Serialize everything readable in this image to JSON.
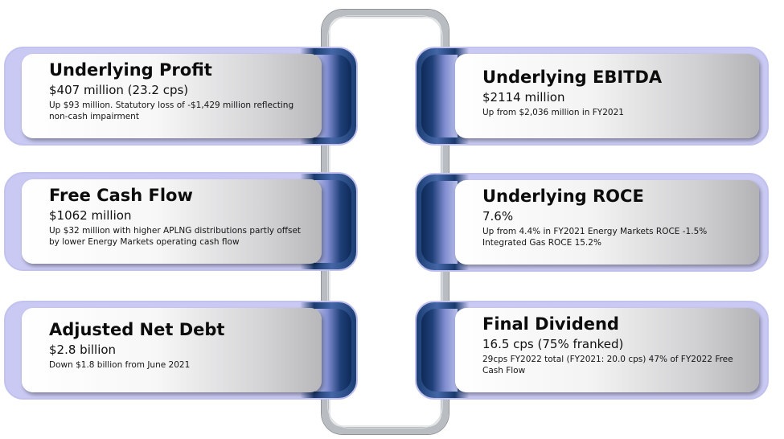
{
  "cards": [
    {
      "title": "Underlying Profit",
      "metric": "$407 million (23.2 cps)",
      "desc": "Up $93 million. Statutory loss of -$1,429 million reflecting non-cash impairment"
    },
    {
      "title": "Free Cash Flow",
      "metric": "$1062 million",
      "desc": "Up $32 million with higher APLNG distributions partly offset by lower Energy Markets operating cash flow"
    },
    {
      "title": "Adjusted Net Debt",
      "metric": "$2.8 billion",
      "desc": "Down $1.8 billion from June 2021"
    },
    {
      "title": "Underlying EBITDA",
      "metric": "$2114 million",
      "desc": "Up from $2,036 million in FY2021"
    },
    {
      "title": "Underlying ROCE",
      "metric": "7.6%",
      "desc": "Up from 4.4% in FY2021 Energy Markets ROCE -1.5% Integrated Gas ROCE 15.2%"
    },
    {
      "title": "Final Dividend",
      "metric": "16.5 cps (75% franked)",
      "desc": "29cps FY2022 total (FY2021: 20.0 cps) 47% of FY2022 Free Cash Flow"
    }
  ]
}
